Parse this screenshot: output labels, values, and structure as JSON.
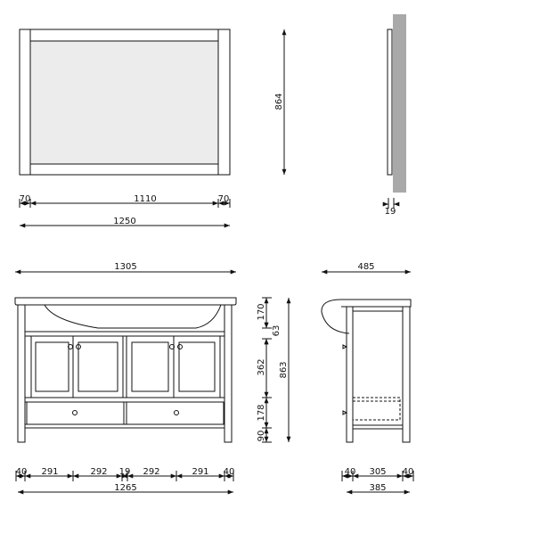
{
  "colors": {
    "line": "#111111",
    "mirror_glass": "#ececec",
    "wall": "#a9a9a9",
    "background": "#ffffff"
  },
  "dimensions": {
    "mirror_frame_left": "70",
    "mirror_glass_width": "1110",
    "mirror_frame_right": "70",
    "mirror_total_width": "1250",
    "mirror_height": "864",
    "mirror_depth": "19",
    "top_width": "1305",
    "side_depth_top": "485",
    "height_top_section": "170",
    "height_shelf": "63",
    "height_doors": "362",
    "height_drawers": "178",
    "height_plinth": "90",
    "total_height": "863",
    "front_segments": [
      "40",
      "291",
      "292",
      "19",
      "292",
      "291",
      "40"
    ],
    "front_total_width": "1265",
    "side_segments": [
      "40",
      "305",
      "40"
    ],
    "side_total_depth": "385"
  }
}
